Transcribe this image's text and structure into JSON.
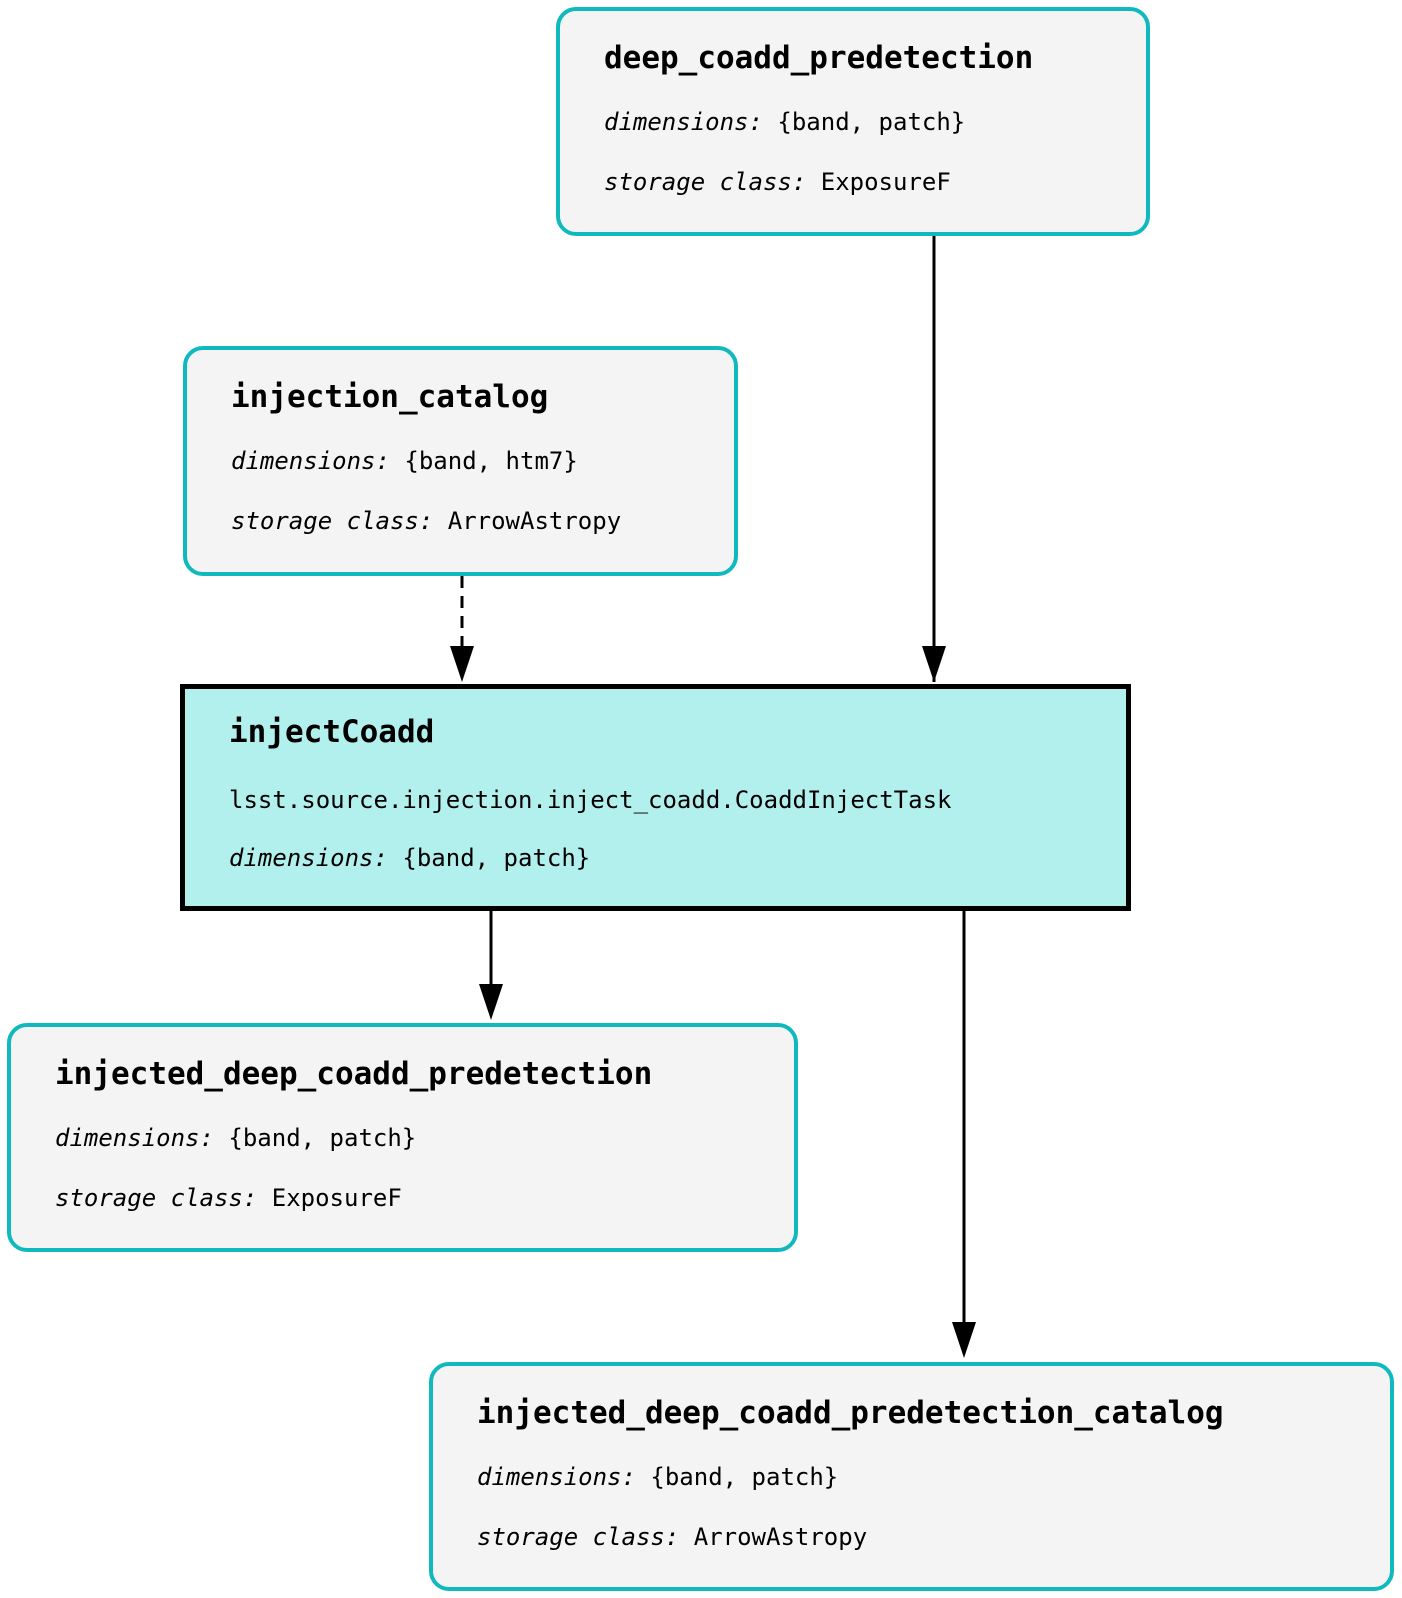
{
  "labels": {
    "dimensions": "dimensions:",
    "storage_class": "storage class:"
  },
  "nodes": {
    "deep_coadd_predetection": {
      "title": "deep_coadd_predetection",
      "dimensions": "{band, patch}",
      "storage_class": "ExposureF"
    },
    "injection_catalog": {
      "title": "injection_catalog",
      "dimensions": "{band, htm7}",
      "storage_class": "ArrowAstropy"
    },
    "injectCoadd": {
      "title": "injectCoadd",
      "task_class": "lsst.source.injection.inject_coadd.CoaddInjectTask",
      "dimensions": "{band, patch}"
    },
    "injected_deep_coadd_predetection": {
      "title": "injected_deep_coadd_predetection",
      "dimensions": "{band, patch}",
      "storage_class": "ExposureF"
    },
    "injected_deep_coadd_predetection_catalog": {
      "title": "injected_deep_coadd_predetection_catalog",
      "dimensions": "{band, patch}",
      "storage_class": "ArrowAstropy"
    }
  },
  "edges": [
    {
      "from": "deep_coadd_predetection",
      "to": "injectCoadd",
      "style": "solid"
    },
    {
      "from": "injection_catalog",
      "to": "injectCoadd",
      "style": "dashed"
    },
    {
      "from": "injectCoadd",
      "to": "injected_deep_coadd_predetection",
      "style": "solid"
    },
    {
      "from": "injectCoadd",
      "to": "injected_deep_coadd_predetection_catalog",
      "style": "solid"
    }
  ],
  "colors": {
    "dataset_border": "#0fb9be",
    "dataset_fill": "#f4f4f4",
    "task_border": "#000000",
    "task_fill": "#b2f0ee",
    "edge": "#000000"
  }
}
